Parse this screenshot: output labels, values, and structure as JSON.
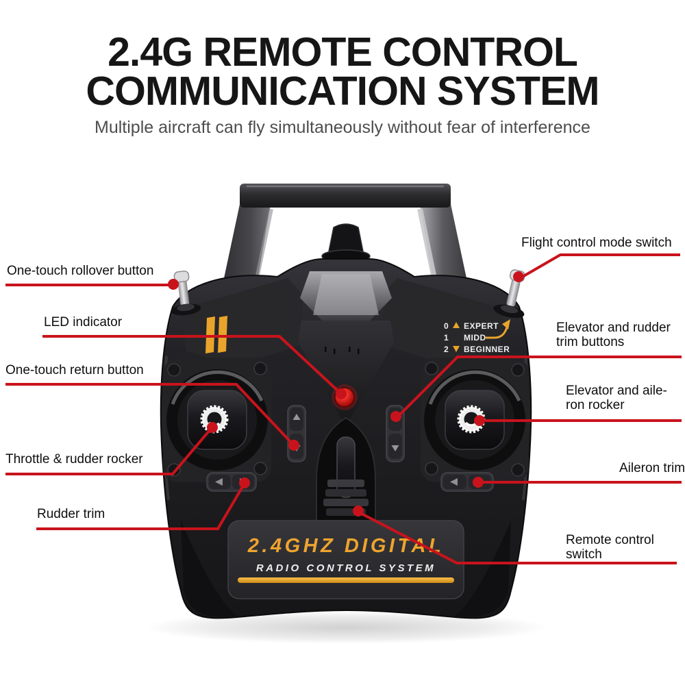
{
  "header": {
    "title_line1": "2.4G REMOTE CONTROL",
    "title_line2": "COMMUNICATION SYSTEM",
    "subtitle": "Multiple aircraft can fly simultaneously without fear of interference"
  },
  "callouts": {
    "rollover": {
      "label": "One-touch rollover button"
    },
    "led": {
      "label": "LED indicator"
    },
    "return": {
      "label": "One-touch return button"
    },
    "throttle": {
      "label": "Throttle & rudder rocker"
    },
    "rudder_trim": {
      "label": "Rudder trim"
    },
    "flight_mode": {
      "label": "Flight control mode switch"
    },
    "elev_rudder_trim": {
      "line1": "Elevator and rudder",
      "line2": "trim buttons"
    },
    "elev_aileron": {
      "line1": "Elevator and aile-",
      "line2": "ron rocker"
    },
    "aileron_trim": {
      "label": "Aileron trim"
    },
    "remote_switch": {
      "line1": "Remote control",
      "line2": "switch"
    }
  },
  "device": {
    "mode_indicator": {
      "rows": [
        {
          "num": "0",
          "arrow": "up",
          "label": "EXPERT"
        },
        {
          "num": "1",
          "arrow": "none",
          "label": "MIDD"
        },
        {
          "num": "2",
          "arrow": "down",
          "label": "BEGINNER"
        }
      ]
    },
    "branding": {
      "line1": "2.4GHZ DIGITAL",
      "line2": "RADIO CONTROL SYSTEM"
    }
  },
  "colors": {
    "callout_red": "#c9131c",
    "accent_gold": "#e9a42b",
    "led_red": "#e8241d",
    "body_black": "#1d1d1f",
    "title_black": "#161616"
  }
}
